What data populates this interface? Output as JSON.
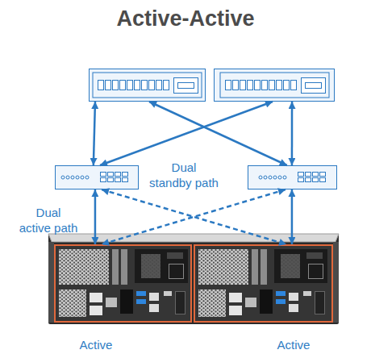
{
  "diagram": {
    "title": "Active-Active",
    "nodes": [
      {
        "text": []
      },
      {
        "text": []
      },
      {
        "text": []
      },
      {
        "text": []
      },
      {
        "text": []
      },
      {
        "text": [
          "Active"
        ],
        "in": 4
      },
      {
        "text": [
          "Active"
        ],
        "in": 4
      }
    ],
    "edges": [
      {
        "from": 0,
        "to": 2,
        "arrow": "both"
      },
      {
        "from": 0,
        "to": 3,
        "arrow": "both"
      },
      {
        "from": 1,
        "to": 2,
        "arrow": "both"
      },
      {
        "from": 1,
        "to": 3,
        "arrow": "both"
      },
      {
        "from": 2,
        "to": 5,
        "arrow": "both"
      },
      {
        "from": 2,
        "to": 6,
        "arrow": "both"
      },
      {
        "from": 3,
        "to": 5,
        "arrow": "both"
      },
      {
        "from": 3,
        "to": 6,
        "arrow": "both"
      }
    ],
    "labels": [
      "Dual standby path",
      "Dual active path"
    ]
  }
}
